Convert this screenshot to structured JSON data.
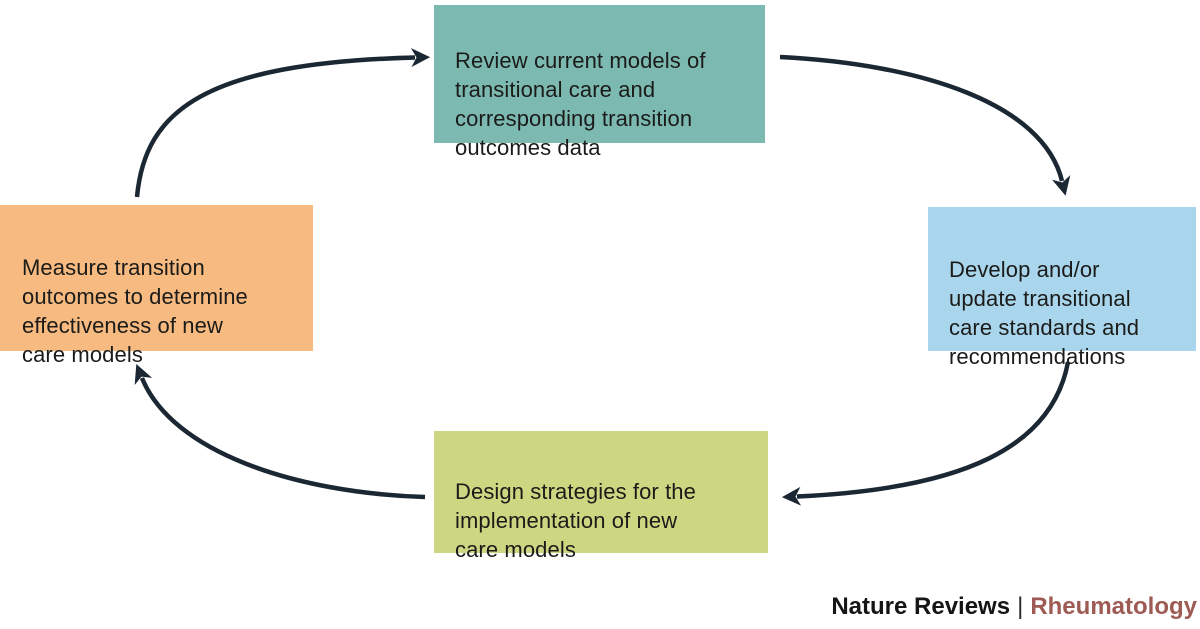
{
  "diagram": {
    "boxes": [
      {
        "id": "review",
        "text": "Review current models of\ntransitional care and\ncorresponding transition\noutcomes data",
        "color": "#7cb9b1"
      },
      {
        "id": "develop",
        "text": "Develop and/or\nupdate transitional\ncare standards and\nrecommendations",
        "color": "#a9d6ec"
      },
      {
        "id": "design",
        "text": "Design strategies for the\nimplementation of new\ncare models",
        "color": "#cdd782"
      },
      {
        "id": "measure",
        "text": "Measure transition\noutcomes to determine\neffectiveness of new\ncare models",
        "color": "#f7ba80"
      }
    ],
    "flow": [
      {
        "from": "measure",
        "to": "review"
      },
      {
        "from": "review",
        "to": "develop"
      },
      {
        "from": "develop",
        "to": "design"
      },
      {
        "from": "design",
        "to": "measure"
      }
    ],
    "direction": "clockwise",
    "arrow_color": "#1b2733",
    "text_color": "#1b1b19"
  },
  "footer": {
    "brand": "Nature Reviews",
    "separator": "|",
    "journal": "Rheumatology",
    "brand_color": "#151515",
    "journal_color": "#9d5b53"
  }
}
